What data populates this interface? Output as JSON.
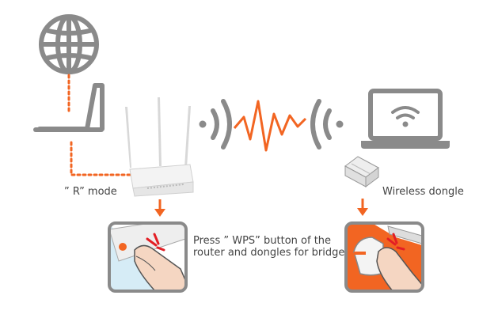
{
  "labels": {
    "router_mode": "” R” mode",
    "wireless_dongle": "Wireless dongle",
    "wps_instruction": "Press ” WPS” button of the router and dongles for bridge"
  },
  "icons": {
    "internet": "globe-icon",
    "left_computer": "laptop-icon",
    "router": "router-icon",
    "right_computer": "laptop-wifi-icon",
    "dongle": "usb-dongle-icon",
    "signal": "wireless-waves-icon"
  },
  "colors": {
    "accent": "#f26522",
    "outline": "#8a8a8a",
    "panel_bg_left": "#d6ecf6",
    "panel_bg_right": "#f26522",
    "text": "#444444"
  }
}
